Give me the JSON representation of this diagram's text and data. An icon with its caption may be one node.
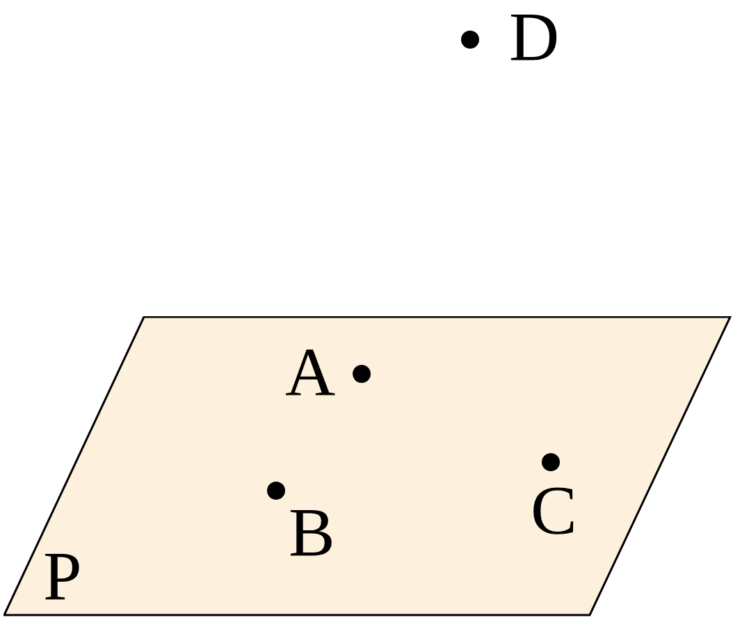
{
  "diagram": {
    "nodes": [
      {
        "text": [
          "P"
        ]
      },
      {
        "text": [
          "A"
        ],
        "in": 0
      },
      {
        "text": [
          "B"
        ],
        "in": 0
      },
      {
        "text": [
          "C"
        ],
        "in": 0
      },
      {
        "text": [
          "D"
        ]
      }
    ]
  }
}
